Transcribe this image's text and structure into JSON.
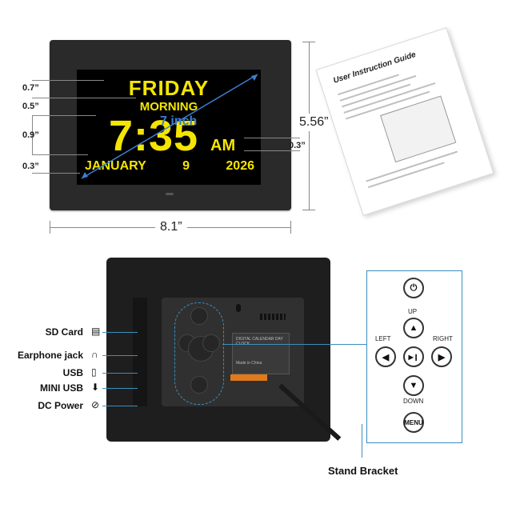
{
  "display": {
    "day": "FRIDAY",
    "period": "MORNING",
    "time": "7:35",
    "ampm": "AM",
    "month": "JANUARY",
    "date": "9",
    "year": "2026",
    "diagonal": "7 inch"
  },
  "measurements": {
    "m1": "0.7”",
    "m2": "0.5”",
    "m3": "0.9”",
    "m4": "0.3”",
    "m5": "0.3”",
    "height": "5.56”",
    "width": "8.1”"
  },
  "manual": {
    "title": "User Instruction Guide"
  },
  "back": {
    "sticker_title": "DIGITAL CALENDAR DAY CLOCK",
    "sticker_line": "Made in China"
  },
  "ports": [
    {
      "label": "SD Card",
      "icon": "sd-card-icon",
      "glyph": "▤"
    },
    {
      "label": "Earphone jack",
      "icon": "headphone-icon",
      "glyph": "∩"
    },
    {
      "label": "USB",
      "icon": "usb-icon",
      "glyph": "▯"
    },
    {
      "label": "MINI USB",
      "icon": "mini-usb-icon",
      "glyph": "⬇"
    },
    {
      "label": "DC Power",
      "icon": "dc-plug-icon",
      "glyph": "⊘"
    }
  ],
  "stand_label": "Stand Bracket",
  "buttons": {
    "up": "UP",
    "down": "DOWN",
    "left": "LEFT",
    "right": "RIGHT",
    "menu": "MENU",
    "power_glyph": "⏻",
    "up_glyph": "▲",
    "down_glyph": "▼",
    "left_glyph": "◀",
    "right_glyph": "▶",
    "play_glyph": "▶❙"
  },
  "colors": {
    "text_yellow": "#f5e600",
    "accent_blue": "#3a8fc0",
    "frame_black": "#2a2a2a"
  }
}
